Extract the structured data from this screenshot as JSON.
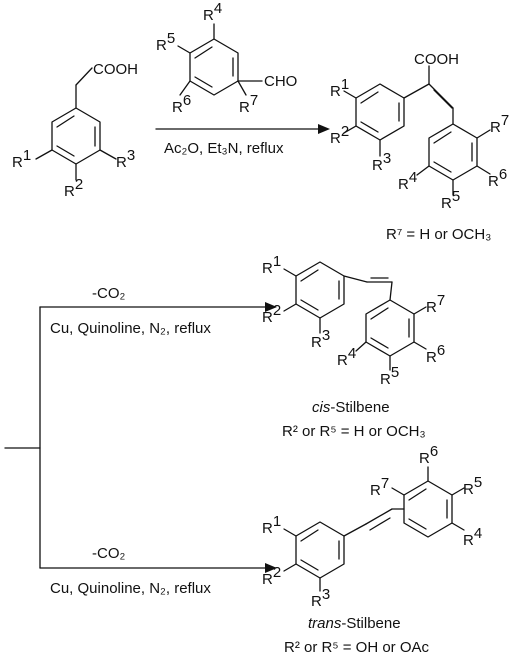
{
  "reagents": {
    "acid_group": "COOH",
    "aldehyde_group": "CHO",
    "acrylic_cooh": "COOH",
    "step1_conditions": "Ac₂O, Et₃N, reflux"
  },
  "substituents": {
    "r1": "1",
    "r2": "2",
    "r3": "3",
    "r4": "4",
    "r5": "5",
    "r6": "6",
    "r7": "7",
    "letter": "R"
  },
  "step1_note": "R⁷ = H or OCH₃",
  "step2": {
    "loss": "-CO₂",
    "conditions": "Cu, Quinoline, N₂, reflux"
  },
  "cis_product": {
    "name_italic": "cis",
    "name_rest": "-Stilbene",
    "note": "R² or R⁵ = H or OCH₃"
  },
  "trans_product": {
    "name_italic": "trans",
    "name_rest": "-Stilbene",
    "note": "R² or R⁵ = OH or OAc"
  }
}
